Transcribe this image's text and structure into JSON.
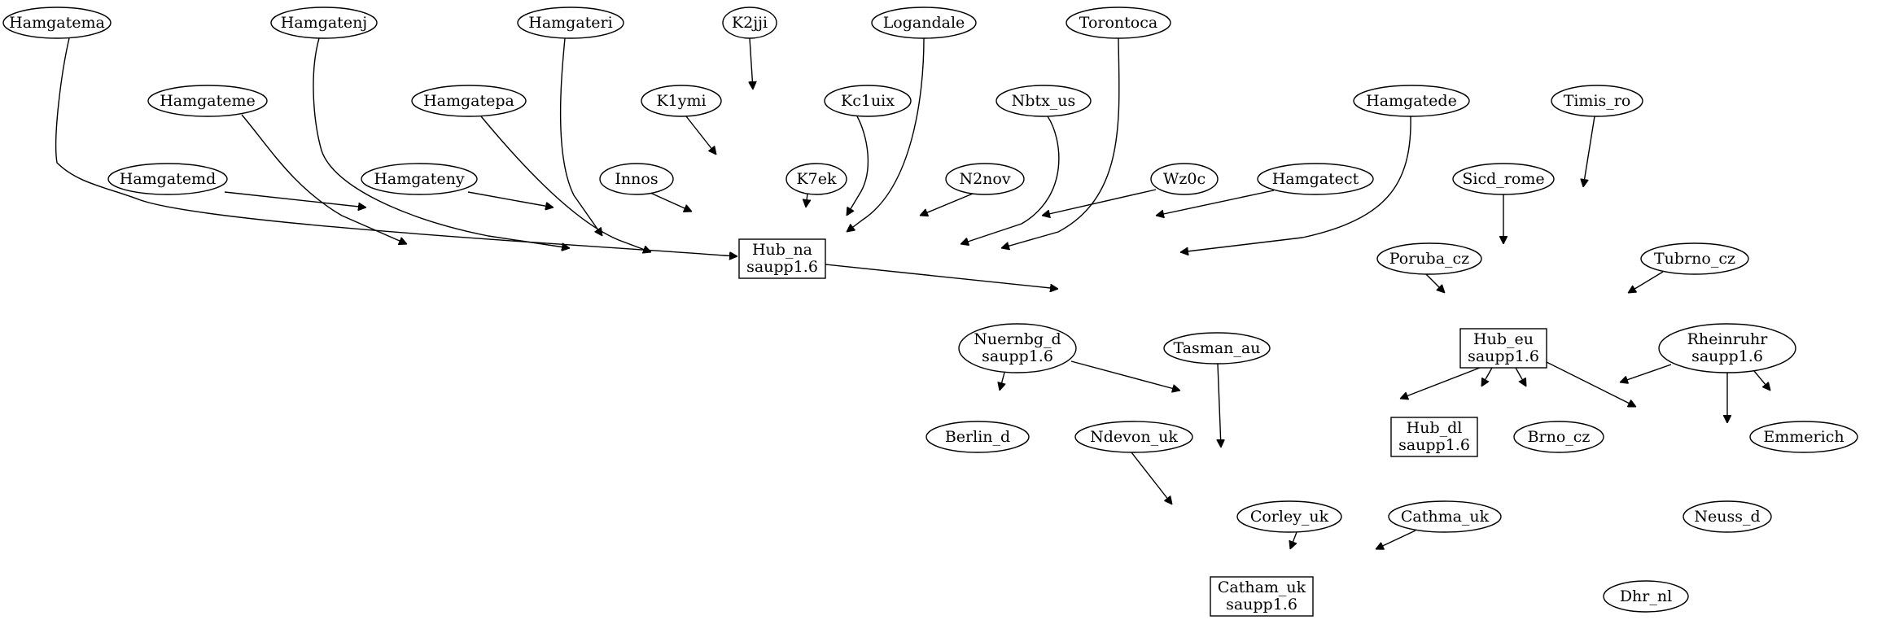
{
  "nodes": {
    "hamgatema": {
      "label": "Hamgatema",
      "shape": "ellipse"
    },
    "hamgatenj": {
      "label": "Hamgatenj",
      "shape": "ellipse"
    },
    "hamgateri": {
      "label": "Hamgateri",
      "shape": "ellipse"
    },
    "k2jji": {
      "label": "K2jji",
      "shape": "ellipse"
    },
    "logandale": {
      "label": "Logandale",
      "shape": "ellipse"
    },
    "torontoca": {
      "label": "Torontoca",
      "shape": "ellipse"
    },
    "hamgateme": {
      "label": "Hamgateme",
      "shape": "ellipse"
    },
    "hamgatepa": {
      "label": "Hamgatepa",
      "shape": "ellipse"
    },
    "k1ymi": {
      "label": "K1ymi",
      "shape": "ellipse"
    },
    "kc1uix": {
      "label": "Kc1uix",
      "shape": "ellipse"
    },
    "nbtx_us": {
      "label": "Nbtx_us",
      "shape": "ellipse"
    },
    "hamgatede": {
      "label": "Hamgatede",
      "shape": "ellipse"
    },
    "timis_ro": {
      "label": "Timis_ro",
      "shape": "ellipse"
    },
    "hamgatemd": {
      "label": "Hamgatemd",
      "shape": "ellipse"
    },
    "hamgateny": {
      "label": "Hamgateny",
      "shape": "ellipse"
    },
    "innos": {
      "label": "Innos",
      "shape": "ellipse"
    },
    "k7ek": {
      "label": "K7ek",
      "shape": "ellipse"
    },
    "n2nov": {
      "label": "N2nov",
      "shape": "ellipse"
    },
    "wz0c": {
      "label": "Wz0c",
      "shape": "ellipse"
    },
    "hamgatect": {
      "label": "Hamgatect",
      "shape": "ellipse"
    },
    "sicd_rome": {
      "label": "Sicd_rome",
      "shape": "ellipse"
    },
    "hub_na": {
      "label": "Hub_na",
      "sublabel": "saupp1.6",
      "shape": "box"
    },
    "poruba_cz": {
      "label": "Poruba_cz",
      "shape": "ellipse"
    },
    "tubrno_cz": {
      "label": "Tubrno_cz",
      "shape": "ellipse"
    },
    "nuernbg_d": {
      "label": "Nuernbg_d",
      "sublabel": "saupp1.6",
      "shape": "ellipse"
    },
    "tasman_au": {
      "label": "Tasman_au",
      "shape": "ellipse"
    },
    "hub_eu": {
      "label": "Hub_eu",
      "sublabel": "saupp1.6",
      "shape": "box"
    },
    "rheinruhr": {
      "label": "Rheinruhr",
      "sublabel": "saupp1.6",
      "shape": "ellipse"
    },
    "berlin_d": {
      "label": "Berlin_d",
      "shape": "ellipse"
    },
    "ndevon_uk": {
      "label": "Ndevon_uk",
      "shape": "ellipse"
    },
    "hub_dl": {
      "label": "Hub_dl",
      "sublabel": "saupp1.6",
      "shape": "box"
    },
    "brno_cz": {
      "label": "Brno_cz",
      "shape": "ellipse"
    },
    "emmerich": {
      "label": "Emmerich",
      "shape": "ellipse"
    },
    "corley_uk": {
      "label": "Corley_uk",
      "shape": "ellipse"
    },
    "cathma_uk": {
      "label": "Cathma_uk",
      "shape": "ellipse"
    },
    "neuss_d": {
      "label": "Neuss_d",
      "shape": "ellipse"
    },
    "catham_uk": {
      "label": "Catham_uk",
      "sublabel": "saupp1.6",
      "shape": "box"
    },
    "dhr_nl": {
      "label": "Dhr_nl",
      "shape": "ellipse"
    }
  },
  "edges": [
    {
      "from": "hamgatema",
      "to": "hub_na"
    },
    {
      "from": "hamgatenj",
      "to": "hub_na"
    },
    {
      "from": "hamgateri",
      "to": "hub_na"
    },
    {
      "from": "k2jji",
      "to": "hub_na"
    },
    {
      "from": "logandale",
      "to": "hub_na"
    },
    {
      "from": "torontoca",
      "to": "hub_na"
    },
    {
      "from": "hamgateme",
      "to": "hub_na"
    },
    {
      "from": "hamgatepa",
      "to": "hub_na"
    },
    {
      "from": "k1ymi",
      "to": "hub_na"
    },
    {
      "from": "kc1uix",
      "to": "hub_na"
    },
    {
      "from": "nbtx_us",
      "to": "hub_na"
    },
    {
      "from": "hamgatede",
      "to": "hub_na"
    },
    {
      "from": "hamgatemd",
      "to": "hub_na"
    },
    {
      "from": "hamgateny",
      "to": "hub_na"
    },
    {
      "from": "innos",
      "to": "hub_na"
    },
    {
      "from": "k7ek",
      "to": "hub_na"
    },
    {
      "from": "n2nov",
      "to": "hub_na"
    },
    {
      "from": "wz0c",
      "to": "hub_na"
    },
    {
      "from": "hamgatect",
      "to": "hub_na"
    },
    {
      "from": "hub_na",
      "to": "hub_eu"
    },
    {
      "from": "timis_ro",
      "to": "hub_eu"
    },
    {
      "from": "sicd_rome",
      "to": "hub_eu"
    },
    {
      "from": "poruba_cz",
      "to": "hub_eu"
    },
    {
      "from": "tubrno_cz",
      "to": "hub_eu"
    },
    {
      "from": "hub_eu",
      "to": "hub_dl"
    },
    {
      "from": "hub_eu",
      "to": "brno_cz"
    },
    {
      "from": "hub_eu",
      "to": "cathma_uk"
    },
    {
      "from": "hub_eu",
      "to": "dhr_nl"
    },
    {
      "from": "nuernbg_d",
      "to": "berlin_d"
    },
    {
      "from": "nuernbg_d",
      "to": "hub_dl"
    },
    {
      "from": "rheinruhr",
      "to": "hub_dl"
    },
    {
      "from": "rheinruhr",
      "to": "emmerich"
    },
    {
      "from": "rheinruhr",
      "to": "neuss_d"
    },
    {
      "from": "tasman_au",
      "to": "catham_uk"
    },
    {
      "from": "ndevon_uk",
      "to": "catham_uk"
    },
    {
      "from": "corley_uk",
      "to": "catham_uk"
    },
    {
      "from": "cathma_uk",
      "to": "catham_uk"
    }
  ]
}
